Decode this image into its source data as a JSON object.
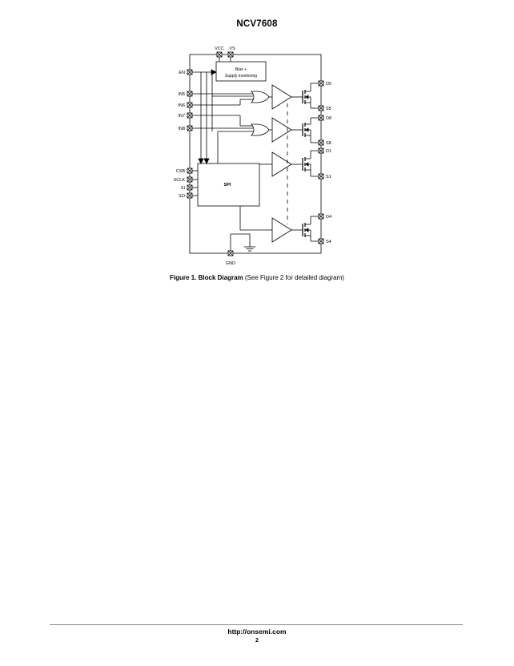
{
  "document": {
    "title": "NCV7608",
    "figure": {
      "caption_bold": "Figure 1. Block Diagram",
      "caption_rest": " (See Figure 2 for detailed diagram)"
    },
    "footer": {
      "url": "http://onsemi.com",
      "page_number": "2"
    }
  },
  "diagram": {
    "pins_top": [
      "VCC",
      "VS"
    ],
    "pins_left": [
      "EN",
      "IN5",
      "IN6",
      "IN7",
      "IN8",
      "CSB",
      "SCLK",
      "SI",
      "SO"
    ],
    "pins_right": [
      "D5",
      "S5",
      "D8",
      "S8",
      "D1",
      "S1",
      "D4",
      "S4"
    ],
    "pin_bottom": "GND",
    "bias_block": [
      "Bias +",
      "Supply monitoring"
    ],
    "spi_block": "SPI"
  }
}
